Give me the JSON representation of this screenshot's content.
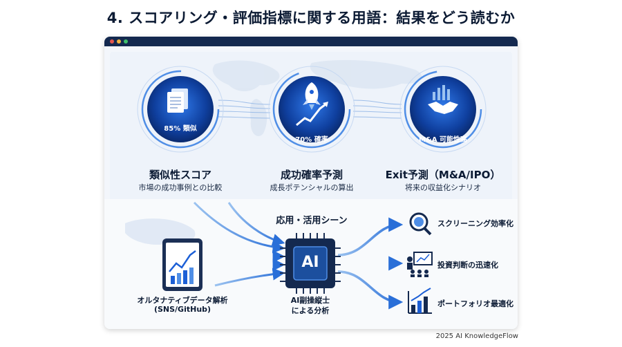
{
  "title": "4. スコアリング・評価指標に関する用語：結果をどう読むか",
  "window": {
    "dots": [
      "#e2564d",
      "#f3b33e",
      "#3fbf6b"
    ],
    "accent": "#1c5fd6",
    "dark": "#14294f"
  },
  "metrics": [
    {
      "badge": "85% 類似",
      "title": "類似性スコア",
      "subtitle": "市場の成功事例との比較",
      "icon": "document-icon"
    },
    {
      "badge": "70% 確率",
      "title": "成功確率予測",
      "subtitle": "成長ポテンシャルの算出",
      "icon": "rocket-icon"
    },
    {
      "badge": "M&A 可能性高",
      "title": "Exit予測（M&A/IPO）",
      "subtitle": "将来の収益化シナリオ",
      "icon": "handshake-icon"
    }
  ],
  "applications": {
    "title": "応用・活用シーン",
    "source": {
      "line1": "オルタナティブデータ解析",
      "line2": "(SNS/GitHub)",
      "icon": "tablet-chart-icon"
    },
    "chip": {
      "label": "AI",
      "caption1": "AI副操縦士",
      "caption2": "による分析"
    },
    "outputs": [
      {
        "label": "スクリーニング効率化",
        "icon": "magnifier-globe-icon"
      },
      {
        "label": "投資判断の迅速化",
        "icon": "presentation-icon"
      },
      {
        "label": "ポートフォリオ最適化",
        "icon": "bar-chart-icon"
      }
    ]
  },
  "footer": "2025 AI KnowledgeFlow"
}
